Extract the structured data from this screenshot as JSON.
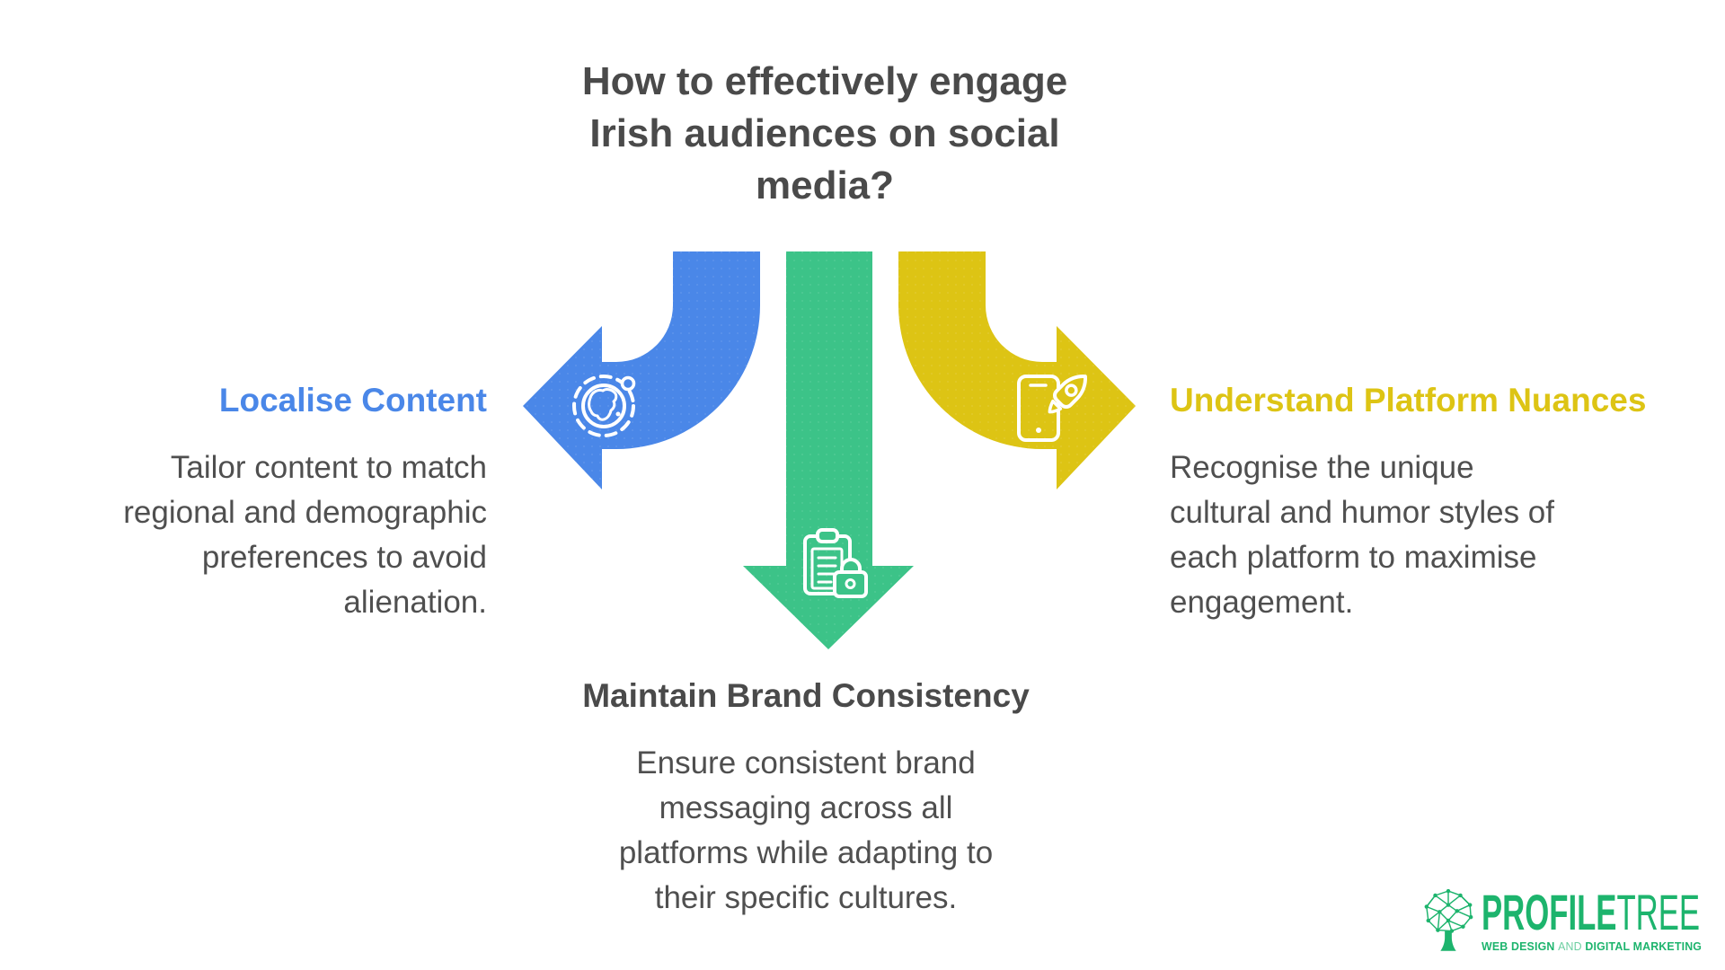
{
  "title": {
    "lines": [
      "How to effectively engage",
      "Irish audiences on social",
      "media?"
    ]
  },
  "items": [
    {
      "id": "localise-content",
      "heading": "Localise Content",
      "body_lines": [
        "Tailor content to match",
        "regional and demographic",
        "preferences to avoid",
        "alienation."
      ],
      "arrow_color": "#4a87e8",
      "arrow_direction": "left",
      "icon": "globe-icon"
    },
    {
      "id": "maintain-brand-consistency",
      "heading": "Maintain Brand Consistency",
      "body_lines": [
        "Ensure consistent brand",
        "messaging across all",
        "platforms while adapting to",
        "their specific cultures."
      ],
      "arrow_color": "#3cc388",
      "arrow_direction": "down",
      "icon": "clipboard-lock-icon"
    },
    {
      "id": "understand-platform-nuances",
      "heading": "Understand Platform Nuances",
      "body_lines": [
        "Recognise the unique",
        "cultural and humor styles of",
        "each platform to maximise",
        "engagement."
      ],
      "arrow_color": "#e0c916",
      "arrow_direction": "right",
      "icon": "phone-rocket-icon"
    }
  ],
  "colors": {
    "arrow_blue": "#4a87e8",
    "arrow_green": "#3cc388",
    "arrow_yellow": "#ddc414",
    "heading_text": "#4a4a4a",
    "body_text": "#4f4f4f",
    "logo_green": "#1db46d"
  },
  "logo": {
    "brand_bold": "PROFILE",
    "brand_light": "TREE",
    "tagline_left": "WEB DESIGN ",
    "tagline_mid": "AND",
    "tagline_right": " DIGITAL MARKETING"
  }
}
